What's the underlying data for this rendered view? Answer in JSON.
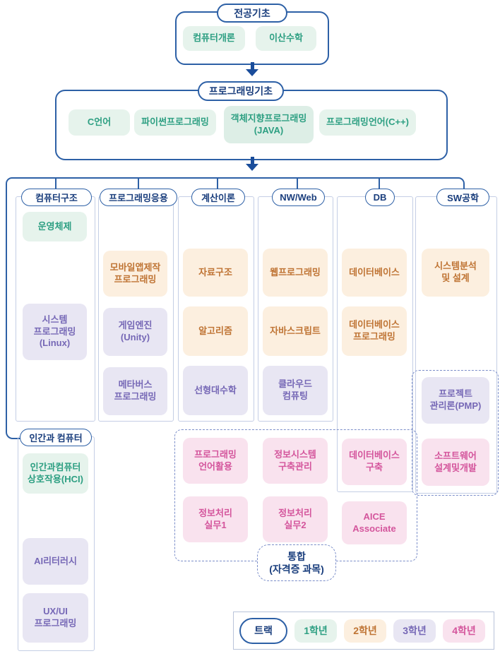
{
  "top_groups": [
    {
      "title": "전공기초",
      "courses": [
        {
          "label": "컴퓨터개론",
          "year": "1학년"
        },
        {
          "label": "이산수학",
          "year": "1학년"
        }
      ]
    },
    {
      "title": "프로그래밍기초",
      "courses": [
        {
          "label": "C언어",
          "year": "1학년"
        },
        {
          "label": "파이썬프로그래밍",
          "year": "1학년"
        },
        {
          "label": "객체지향프로그래밍\n(JAVA)",
          "year": "1학년"
        },
        {
          "label": "프로그래밍언어(C++)",
          "year": "1학년"
        }
      ]
    }
  ],
  "tracks": [
    {
      "title": "컴퓨터구조",
      "courses": [
        {
          "label": "운영체제",
          "year": "1학년"
        },
        {
          "label": "시스템\n프로그래밍\n(Linux)",
          "year": "3학년"
        }
      ]
    },
    {
      "title": "프로그래밍응용",
      "courses": [
        {
          "label": "모바일앱제작\n프로그래밍",
          "year": "2학년"
        },
        {
          "label": "게임엔진\n(Unity)",
          "year": "3학년"
        },
        {
          "label": "메타버스\n프로그래밍",
          "year": "3학년"
        }
      ]
    },
    {
      "title": "계산이론",
      "courses": [
        {
          "label": "자료구조",
          "year": "2학년"
        },
        {
          "label": "알고리즘",
          "year": "2학년"
        },
        {
          "label": "선형대수학",
          "year": "3학년"
        }
      ]
    },
    {
      "title": "NW/Web",
      "courses": [
        {
          "label": "웹프로그래밍",
          "year": "2학년"
        },
        {
          "label": "자바스크립트",
          "year": "2학년"
        },
        {
          "label": "클라우드\n컴퓨팅",
          "year": "3학년"
        }
      ]
    },
    {
      "title": "DB",
      "courses": [
        {
          "label": "데이터베이스",
          "year": "2학년"
        },
        {
          "label": "데이터베이스\n프로그래밍",
          "year": "2학년"
        },
        {
          "label": "데이터베이스\n구축",
          "year": "4학년"
        },
        {
          "label": "AICE\nAssociate",
          "year": "4학년"
        }
      ]
    },
    {
      "title": "SW공학",
      "courses": [
        {
          "label": "시스템분석\n및 설계",
          "year": "2학년"
        },
        {
          "label": "프로젝트\n관리론(PMP)",
          "year": "3학년"
        },
        {
          "label": "소프트웨어\n설계및개발",
          "year": "4학년"
        }
      ]
    },
    {
      "title": "인간과 컴퓨터",
      "courses": [
        {
          "label": "인간과컴퓨터\n상호작용(HCI)",
          "year": "1학년"
        },
        {
          "label": "AI리터러시",
          "year": "3학년"
        },
        {
          "label": "UX/UI\n프로그래밍",
          "year": "3학년"
        }
      ]
    }
  ],
  "integration": {
    "title": "통합\n(자격증 과목)",
    "courses": [
      {
        "label": "프로그래밍\n언어활용",
        "year": "4학년"
      },
      {
        "label": "정보시스템\n구축관리",
        "year": "4학년"
      },
      {
        "label": "정보처리\n실무1",
        "year": "4학년"
      },
      {
        "label": "정보처리\n실무2",
        "year": "4학년"
      }
    ]
  },
  "legend": {
    "track_label": "트랙",
    "years": [
      {
        "label": "1학년",
        "bg": "#e6f3ec",
        "color": "#2d9f82"
      },
      {
        "label": "2학년",
        "bg": "#fcefdf",
        "color": "#bf7434"
      },
      {
        "label": "3학년",
        "bg": "#e8e6f3",
        "color": "#7668b6"
      },
      {
        "label": "4학년",
        "bg": "#f9e2ee",
        "color": "#d4559c"
      }
    ]
  },
  "colors": {
    "line_blue": "#2d60a6",
    "navy_text": "#1a3e7d",
    "arrow_blue": "#1a4d9b",
    "column_border": "#c4cee5",
    "dashed_border": "#7b8ec9",
    "year1_bg": "#e6f3ec",
    "year1_text": "#2d9f82",
    "year2_bg": "#fcefdf",
    "year2_text": "#bf7434",
    "year3_bg": "#e8e6f3",
    "year3_text": "#7668b6",
    "year4_bg": "#f9e2ee",
    "year4_text": "#d4559c"
  }
}
